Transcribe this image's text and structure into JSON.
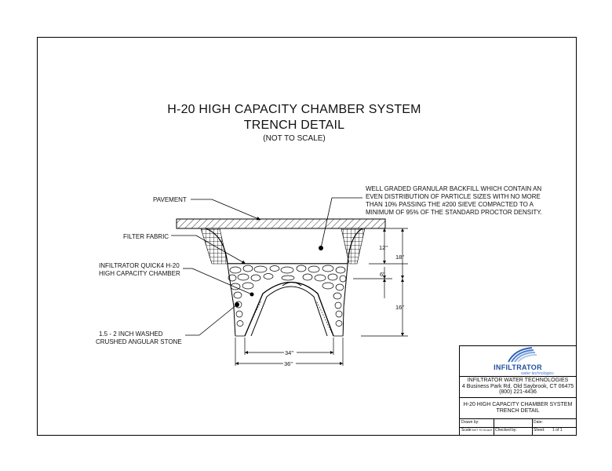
{
  "title": {
    "line1": "H-20 HIGH CAPACITY CHAMBER SYSTEM",
    "line2": "TRENCH DETAIL",
    "line3": "(NOT TO SCALE)"
  },
  "callouts": {
    "pavement": "PAVEMENT",
    "filter_fabric": "FILTER FABRIC",
    "chamber_line1": "INFILTRATOR QUICK4 H-20",
    "chamber_line2": "HIGH CAPACITY CHAMBER",
    "stone_line1": "1.5 - 2 INCH WASHED",
    "stone_line2": "CRUSHED ANGULAR STONE",
    "backfill_lines": [
      "WELL GRADED GRANULAR BACKFILL WHICH CONTAIN AN",
      "EVEN DISTRIBUTION OF PARTICLE SIZES WITH NO MORE",
      "THAN 10% PASSING THE #200 SIEVE COMPACTED TO A",
      "MINIMUM OF 95% OF THE STANDARD PROCTOR DENSITY."
    ]
  },
  "dimensions": {
    "d12": "12\"",
    "d18": "18\"",
    "d6": "6\"",
    "d16": "16\"",
    "d34": "34\"",
    "d36": "36\""
  },
  "title_block": {
    "brand": "INFILTRATOR",
    "brand_sub": "water technologies",
    "company": "INFILTRATOR WATER TECHNOLOGIES",
    "address": "4 Business Park Rd. Old Saybrook, CT 06475",
    "phone": "(800) 221-4436",
    "drawing_title_1": "H-20 HIGH CAPACITY CHAMBER SYSTEM",
    "drawing_title_2": "TRENCH DETAIL",
    "drawn_by": "Drawn by:",
    "date": "Date:",
    "scale": "Scale:",
    "scale_value": "NOT TO SCALE",
    "checked_by": "Checked by:",
    "sheet": "Sheet:",
    "sheet_value": "1 of 1"
  },
  "colors": {
    "line": "#000000",
    "brand": "#1f4e9c"
  }
}
